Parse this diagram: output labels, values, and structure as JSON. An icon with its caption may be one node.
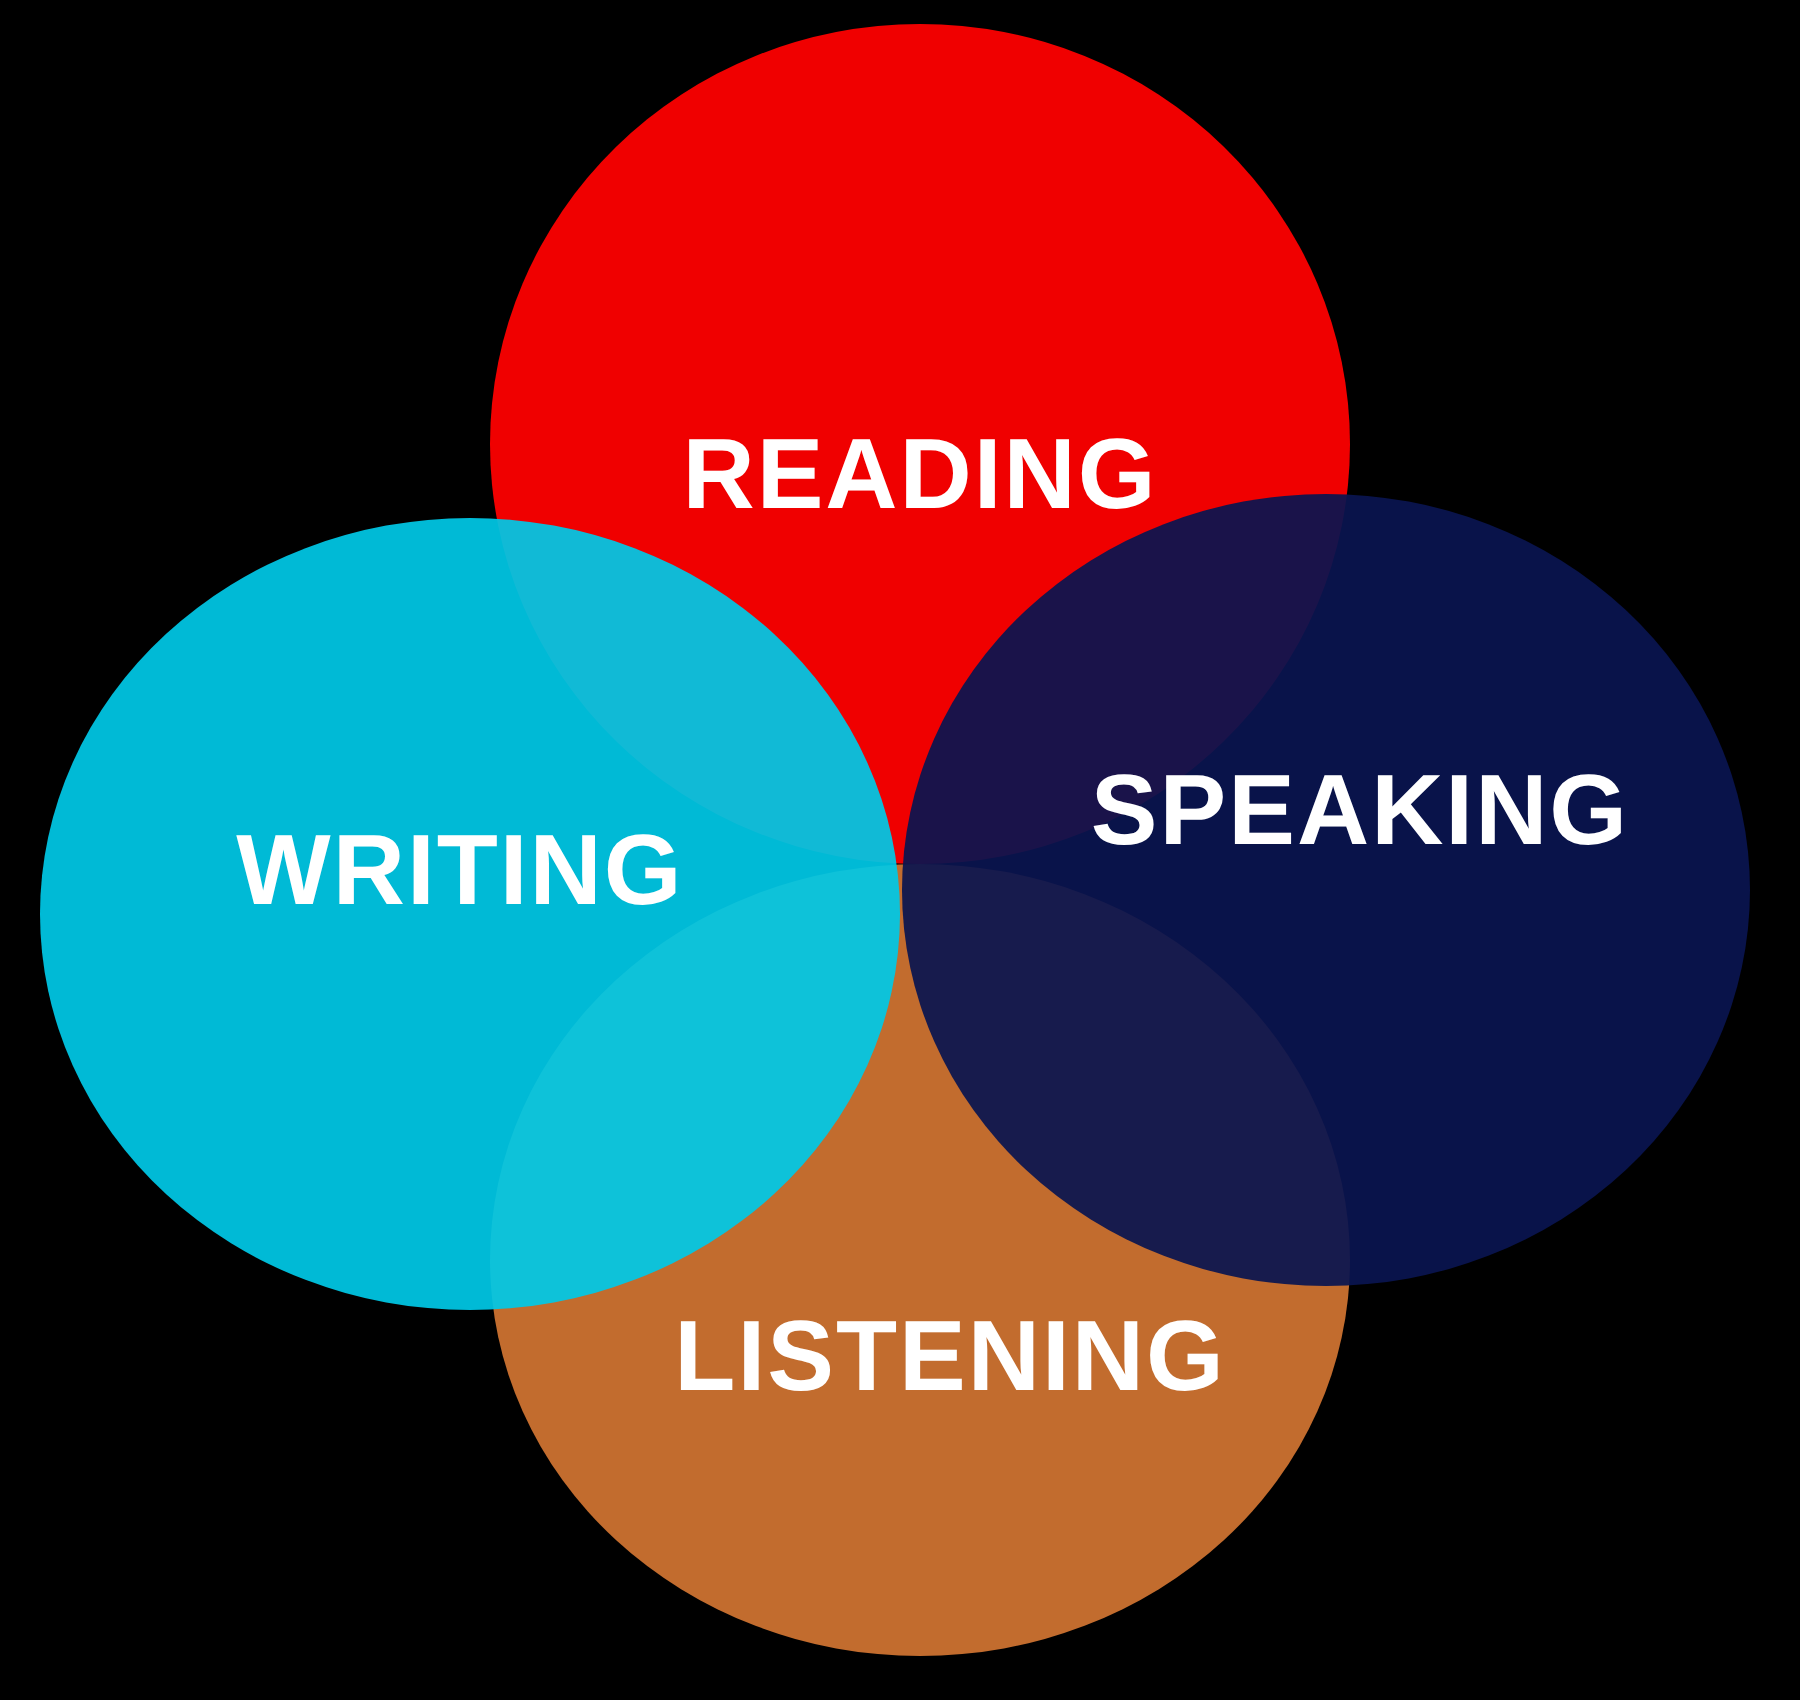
{
  "diagram": {
    "nodes": [
      {
        "text": [
          "READING"
        ]
      },
      {
        "text": [
          "WRITING"
        ]
      },
      {
        "text": [
          "SPEAKING"
        ]
      },
      {
        "text": [
          "LISTENING"
        ]
      }
    ]
  }
}
